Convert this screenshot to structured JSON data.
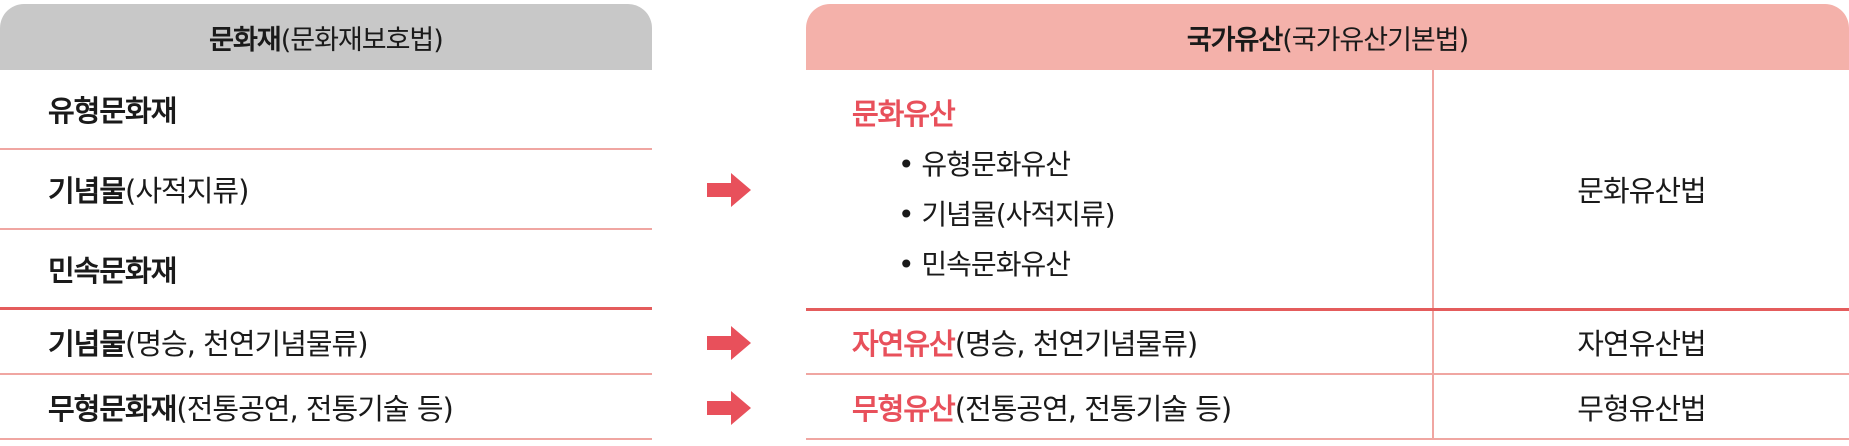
{
  "left_header": {
    "bold": "문화재",
    "sub": "(문화재보호법)"
  },
  "right_header": {
    "bold": "국가유산",
    "sub": "(국가유산기본법)"
  },
  "left_rows": [
    {
      "bold": "유형문화재",
      "sub": ""
    },
    {
      "bold": "기념물",
      "sub": "(사적지류)"
    },
    {
      "bold": "민속문화재",
      "sub": ""
    },
    {
      "bold": "기념물",
      "sub": "(명승, 천연기념물류)"
    },
    {
      "bold": "무형문화재",
      "sub": "(전통공연, 전통기술 등)"
    }
  ],
  "right_rows": [
    {
      "title": "문화유산",
      "sub": "",
      "bullets": [
        "• 유형문화유산",
        "• 기념물(사적지류)",
        "• 민속문화유산"
      ],
      "law": "문화유산법"
    },
    {
      "title": "자연유산",
      "sub": "(명승, 천연기념물류)",
      "law": "자연유산법"
    },
    {
      "title": "무형유산",
      "sub": "(전통공연, 전통기술 등)",
      "law": "무형유산법"
    }
  ],
  "colors": {
    "left_header": "#c8c8c8",
    "right_header": "#f4b1aa",
    "accent": "#e8505b",
    "divider": "#f0a6a2"
  },
  "icons": [
    "arrow-right-icon"
  ]
}
